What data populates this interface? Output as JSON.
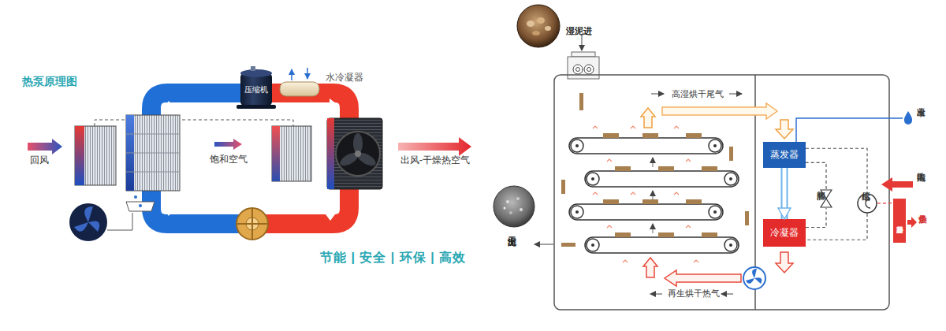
{
  "diagram": {
    "title": "热泵原理图",
    "nodes": [
      {
        "text": [
          "压缩机"
        ]
      },
      {
        "text": [
          "水冷凝器"
        ]
      },
      {
        "text": [
          "蒸发器"
        ]
      },
      {
        "text": [
          "冷凝器"
        ]
      },
      {
        "text": [
          "膨胀阀"
        ]
      },
      {
        "text": [
          "压缩机"
        ]
      },
      {
        "text": [
          "外置冷凝器"
        ]
      }
    ],
    "edges": [
      {
        "from": 2,
        "to": 3,
        "arrow": "to"
      },
      {
        "from": 2,
        "to": 5,
        "arrow": "none"
      },
      {
        "from": 5,
        "to": 3,
        "arrow": "none"
      },
      {
        "from": 3,
        "to": 4,
        "arrow": "none"
      },
      {
        "from": 4,
        "to": 2,
        "arrow": "none"
      },
      {
        "from": 5,
        "to": 6,
        "arrow": "none"
      }
    ],
    "labels": [
      "回风",
      "饱和空气",
      "出风-干燥热空气",
      "节能 | 安全 | 环保 | 高效",
      "湿泥进",
      "高湿烘干尾气",
      "干泥出",
      "再生烘干热气",
      "冷凝出水",
      "输入电能",
      "多余热量"
    ]
  }
}
